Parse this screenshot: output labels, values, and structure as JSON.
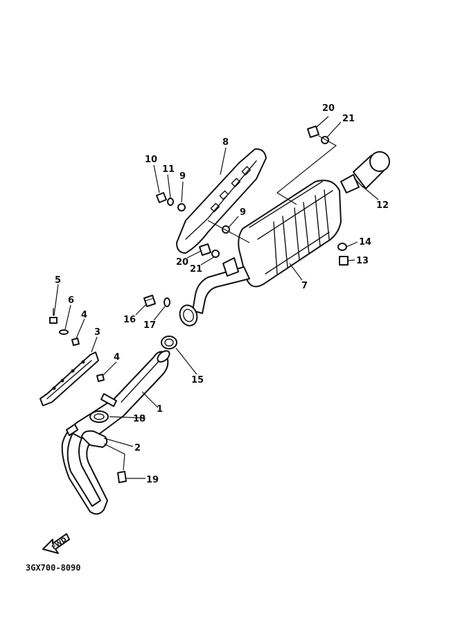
{
  "diagram": {
    "code": "3GX700-8090",
    "fwd_label": "FWD",
    "callouts": [
      {
        "id": "c1",
        "label": "1"
      },
      {
        "id": "c2",
        "label": "2"
      },
      {
        "id": "c3",
        "label": "3"
      },
      {
        "id": "c4a",
        "label": "4"
      },
      {
        "id": "c4b",
        "label": "4"
      },
      {
        "id": "c5",
        "label": "5"
      },
      {
        "id": "c6",
        "label": "6"
      },
      {
        "id": "c7",
        "label": "7"
      },
      {
        "id": "c8",
        "label": "8"
      },
      {
        "id": "c9a",
        "label": "9"
      },
      {
        "id": "c9b",
        "label": "9"
      },
      {
        "id": "c10",
        "label": "10"
      },
      {
        "id": "c11",
        "label": "11"
      },
      {
        "id": "c12",
        "label": "12"
      },
      {
        "id": "c13",
        "label": "13"
      },
      {
        "id": "c14",
        "label": "14"
      },
      {
        "id": "c15",
        "label": "15"
      },
      {
        "id": "c16",
        "label": "16"
      },
      {
        "id": "c17",
        "label": "17"
      },
      {
        "id": "c18",
        "label": "18"
      },
      {
        "id": "c19",
        "label": "19"
      },
      {
        "id": "c20a",
        "label": "20"
      },
      {
        "id": "c20b",
        "label": "20"
      },
      {
        "id": "c21a",
        "label": "21"
      },
      {
        "id": "c21b",
        "label": "21"
      }
    ]
  }
}
